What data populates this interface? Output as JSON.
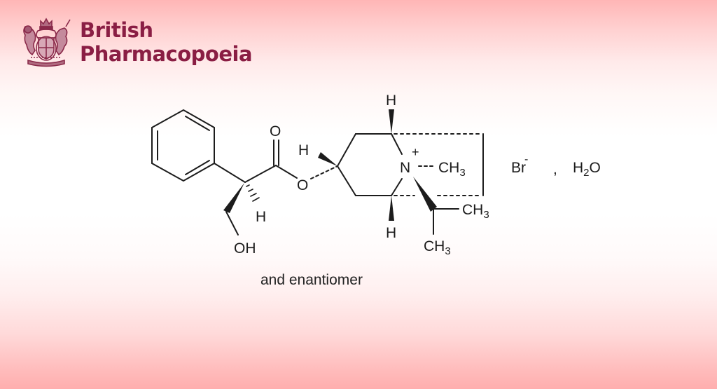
{
  "header": {
    "brand_line1": "British",
    "brand_line2": "Pharmacopoeia",
    "brand_color": "#8a1e44",
    "logo_icon": "royal-coat-of-arms-icon"
  },
  "structure": {
    "labels": {
      "carbonyl_o": "O",
      "ester_o": "O",
      "alpha_h": "H",
      "hydroxyl": "OH",
      "c3_h": "H",
      "bridge_top_h": "H",
      "bridge_bottom_h": "H",
      "nitrogen": "N",
      "charge_plus": "+",
      "n_methyl": "CH",
      "n_methyl_sub": "3",
      "iso_methyl_right": "CH",
      "iso_methyl_right_sub": "3",
      "iso_methyl_down": "CH",
      "iso_methyl_down_sub": "3",
      "counterion": "Br",
      "counterion_charge": "-",
      "separator": ",",
      "water_h": "H",
      "water_sub": "2",
      "water_o": "O"
    },
    "caption": "and enantiomer"
  },
  "colors": {
    "background_edge": "#ffb0b0",
    "background_center": "#ffffff",
    "ink": "#1c1c1c"
  }
}
